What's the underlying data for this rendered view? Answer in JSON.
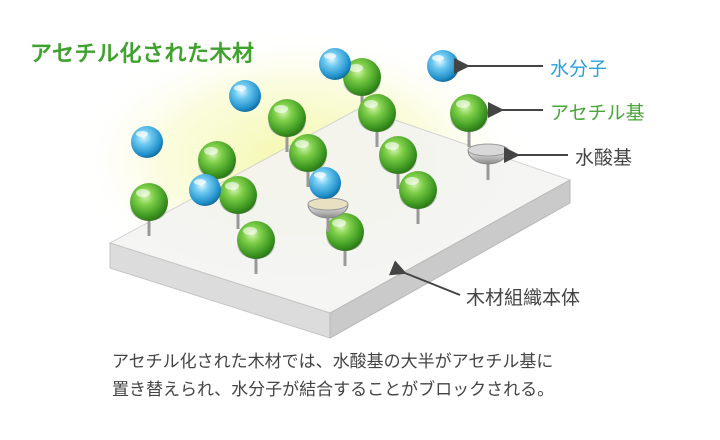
{
  "title": "アセチル化された木材",
  "labels": {
    "water_molecule": "水分子",
    "acetyl_group": "アセチル基",
    "hydroxyl_group": "水酸基",
    "wood_body": "木材組織本体"
  },
  "caption": {
    "line1": "アセチル化された木材では、水酸基の大半がアセチル基に",
    "line2": "置き替えられ、水分子が結合することがブロックされる。"
  },
  "colors": {
    "title": "#3fa12e",
    "water_label": "#2a9fd8",
    "acetyl_label": "#4aa63a",
    "text": "#444444"
  }
}
